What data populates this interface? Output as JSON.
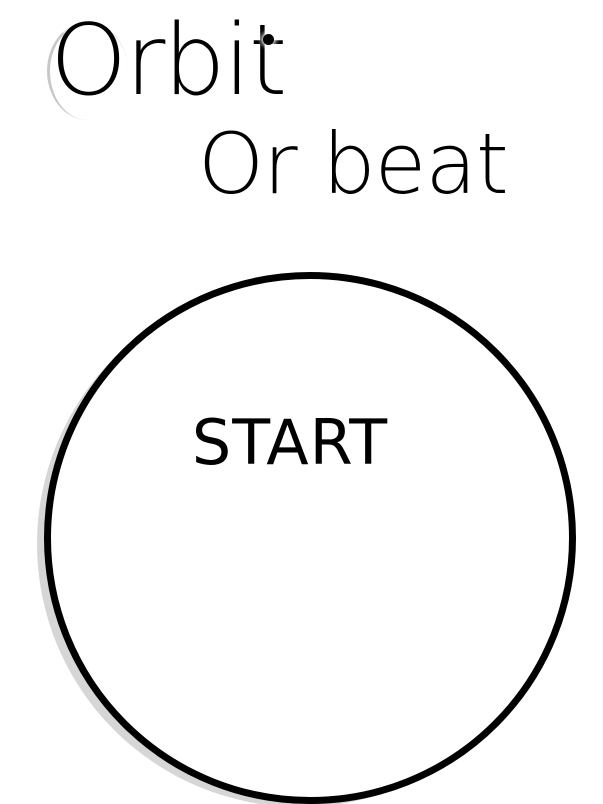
{
  "title": {
    "main": "Orbit",
    "sub": "Or beat"
  },
  "start_button": {
    "label": "START"
  },
  "colors": {
    "background": "#ffffff",
    "foreground": "#000000",
    "ring_shadow": "#d6d6d6"
  },
  "icons": {
    "title_ring": "orbit-ring-icon",
    "title_dot": "orbit-dot-icon"
  }
}
